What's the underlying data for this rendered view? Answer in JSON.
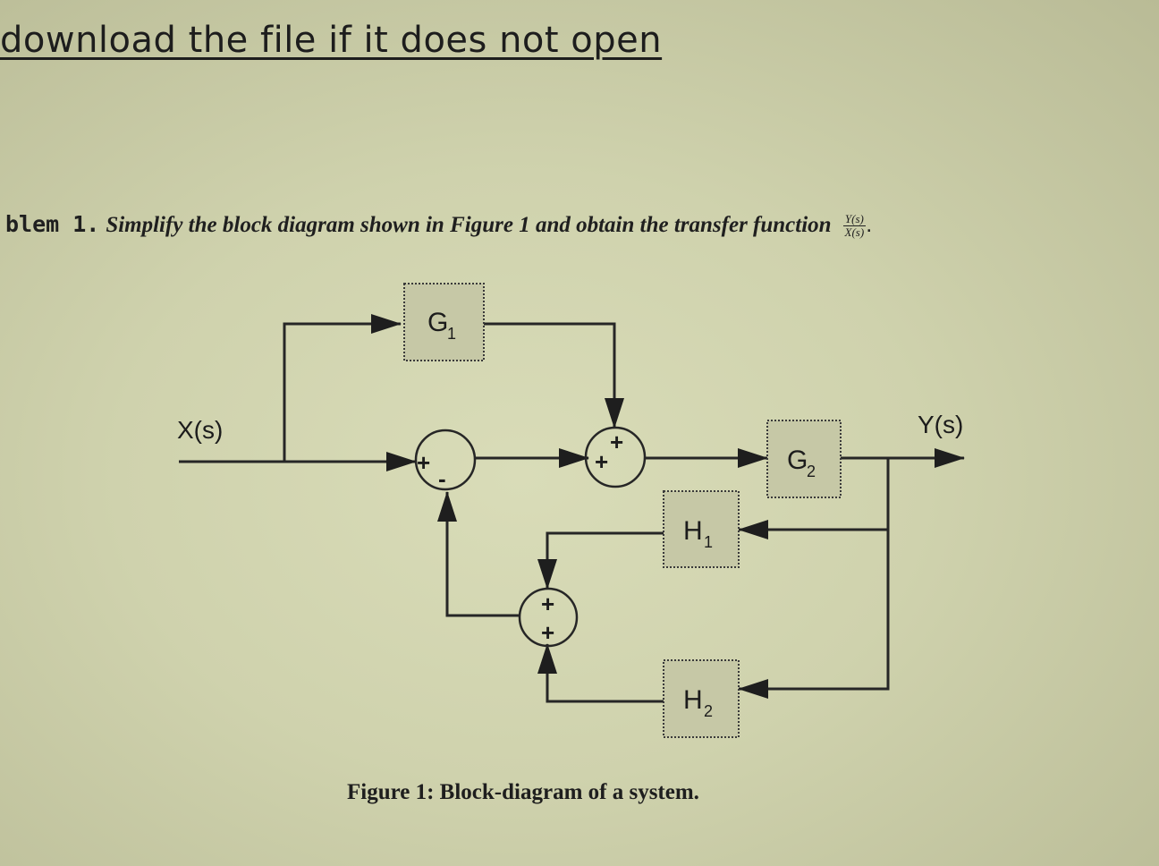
{
  "header": {
    "link_text": "download the file if it does not open"
  },
  "problem": {
    "label": "blem 1.",
    "statement": "Simplify the block diagram shown in Figure 1 and obtain the transfer function",
    "tf_num": "Y(s)",
    "tf_den": "X(s)",
    "end_punct": "."
  },
  "diagram": {
    "input_label": "X(s)",
    "output_label": "Y(s)",
    "blocks": {
      "g1": {
        "letter": "G",
        "sub": "1"
      },
      "g2": {
        "letter": "G",
        "sub": "2"
      },
      "h1": {
        "letter": "H",
        "sub": "1"
      },
      "h2": {
        "letter": "H",
        "sub": "2"
      }
    },
    "sum1_signs": {
      "top_left": "+",
      "bottom": "-"
    },
    "sum2_signs": {
      "left": "+",
      "top": "+"
    },
    "sum3_signs": {
      "top": "+",
      "bottom": "+"
    }
  },
  "caption": "Figure 1: Block-diagram of a system."
}
